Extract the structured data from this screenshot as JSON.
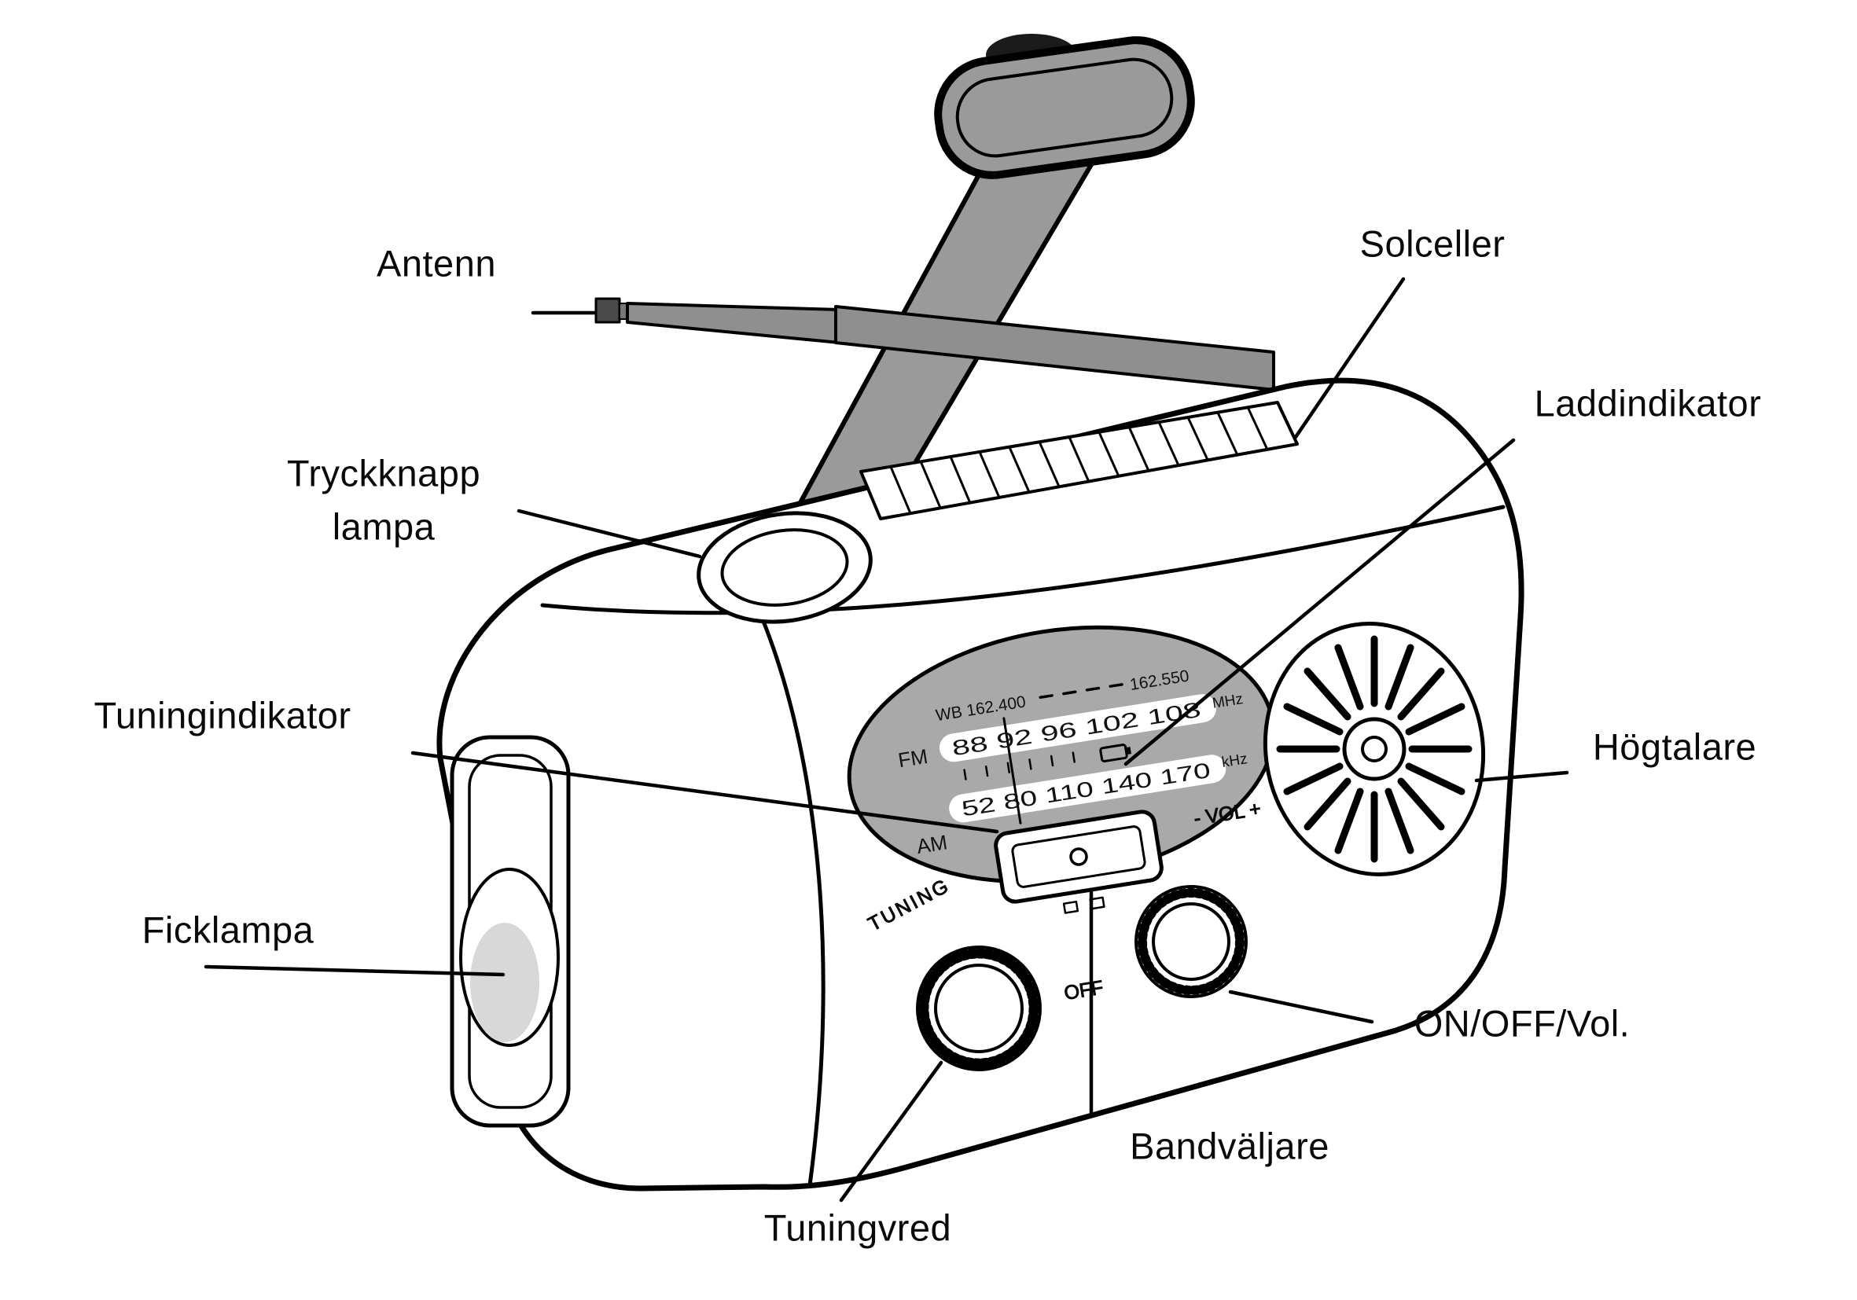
{
  "diagram": {
    "labels": {
      "antenna": "Antenn",
      "solar_cells": "Solceller",
      "charge_indicator": "Laddindikator",
      "push_button_lamp_line1": "Tryckknapp",
      "push_button_lamp_line2": "lampa",
      "tuning_indicator": "Tuningindikator",
      "speaker": "Högtalare",
      "flashlight": "Ficklampa",
      "on_off_volume": "ON/OFF/Vol.",
      "band_selector": "Bandväljare",
      "tuning_knob": "Tuningvred"
    },
    "device_markings": {
      "wb_left": "WB 162.400",
      "wb_right": "162.550",
      "fm_band_label": "FM",
      "fm_scale": "88  92  96  102  108",
      "fm_unit": "MHz",
      "am_scale": "52  80  110  140  170",
      "am_unit": "kHz",
      "am_band_label": "AM",
      "tuning_text": "TUNING",
      "vol_text": "- VOL +",
      "off_text": "OFF"
    },
    "colors": {
      "line": "#000000",
      "crank_gray": "#9a9a9a",
      "dial_gray": "#a9a9a9",
      "background": "#ffffff"
    }
  }
}
